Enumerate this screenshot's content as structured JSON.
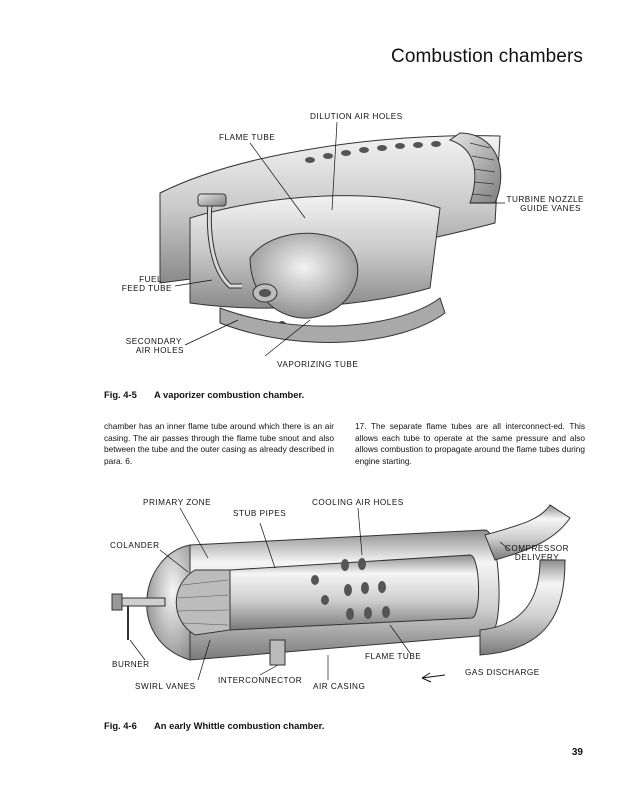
{
  "header": {
    "title": "Combustion chambers"
  },
  "figure1": {
    "labels": {
      "dilution_air_holes": "DILUTION AIR HOLES",
      "flame_tube": "FLAME TUBE",
      "turbine_nozzle_1": "TURBINE NOZZLE",
      "turbine_nozzle_2": "GUIDE VANES",
      "fuel_feed_1": "FUEL",
      "fuel_feed_2": "FEED TUBE",
      "secondary_1": "SECONDARY",
      "secondary_2": "AIR HOLES",
      "vaporizing_tube": "VAPORIZING TUBE"
    },
    "caption_number": "Fig. 4-5",
    "caption_text": "A vaporizer combustion chamber."
  },
  "body": {
    "left_column": "chamber has an inner flame tube around which there is an air casing. The air passes through the flame tube snout and also between the tube and the outer casing as already described in para. 6.",
    "right_column": "17.  The separate flame tubes are all interconnect-ed. This allows each tube to operate at the same pressure and also allows combustion to propagate around the flame tubes during engine starting."
  },
  "figure2": {
    "labels": {
      "primary_zone": "PRIMARY ZONE",
      "stub_pipes": "STUB PIPES",
      "cooling_air_holes": "COOLING AIR HOLES",
      "colander": "COLANDER",
      "compressor_1": "COMPRESSOR",
      "compressor_2": "DELIVERY",
      "flame_tube": "FLAME TUBE",
      "burner": "BURNER",
      "gas_discharge": "GAS DISCHARGE",
      "swirl_vanes": "SWIRL VANES",
      "interconnector": "INTERCONNECTOR",
      "air_casing": "AIR CASING"
    },
    "caption_number": "Fig. 4-6",
    "caption_text": "An early Whittle combustion chamber."
  },
  "footer": {
    "page_number": "39"
  }
}
